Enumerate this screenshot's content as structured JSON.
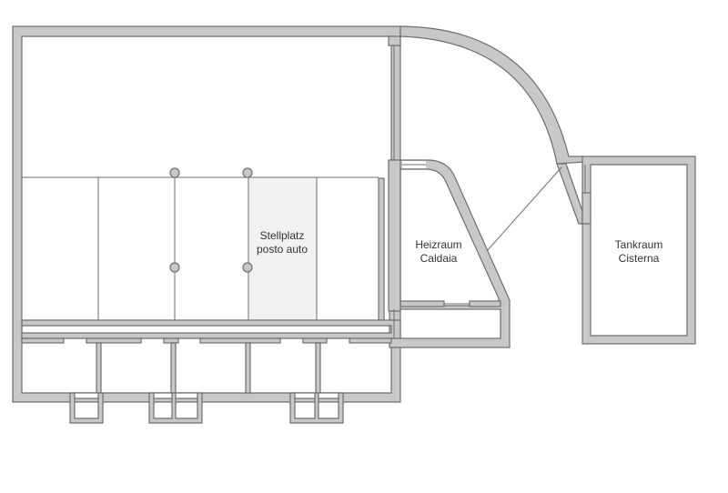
{
  "rooms": {
    "parking": {
      "line1": "Stellplatz",
      "line2": "posto auto"
    },
    "boiler": {
      "line1": "Heizraum",
      "line2": "Caldaia"
    },
    "tank": {
      "line1": "Tankraum",
      "line2": "Cisterna"
    }
  },
  "colors": {
    "wall_fill": "#c8c8c8",
    "wall_stroke": "#6e6e6e",
    "highlight": "#f2f1ef",
    "text": "#333333"
  }
}
